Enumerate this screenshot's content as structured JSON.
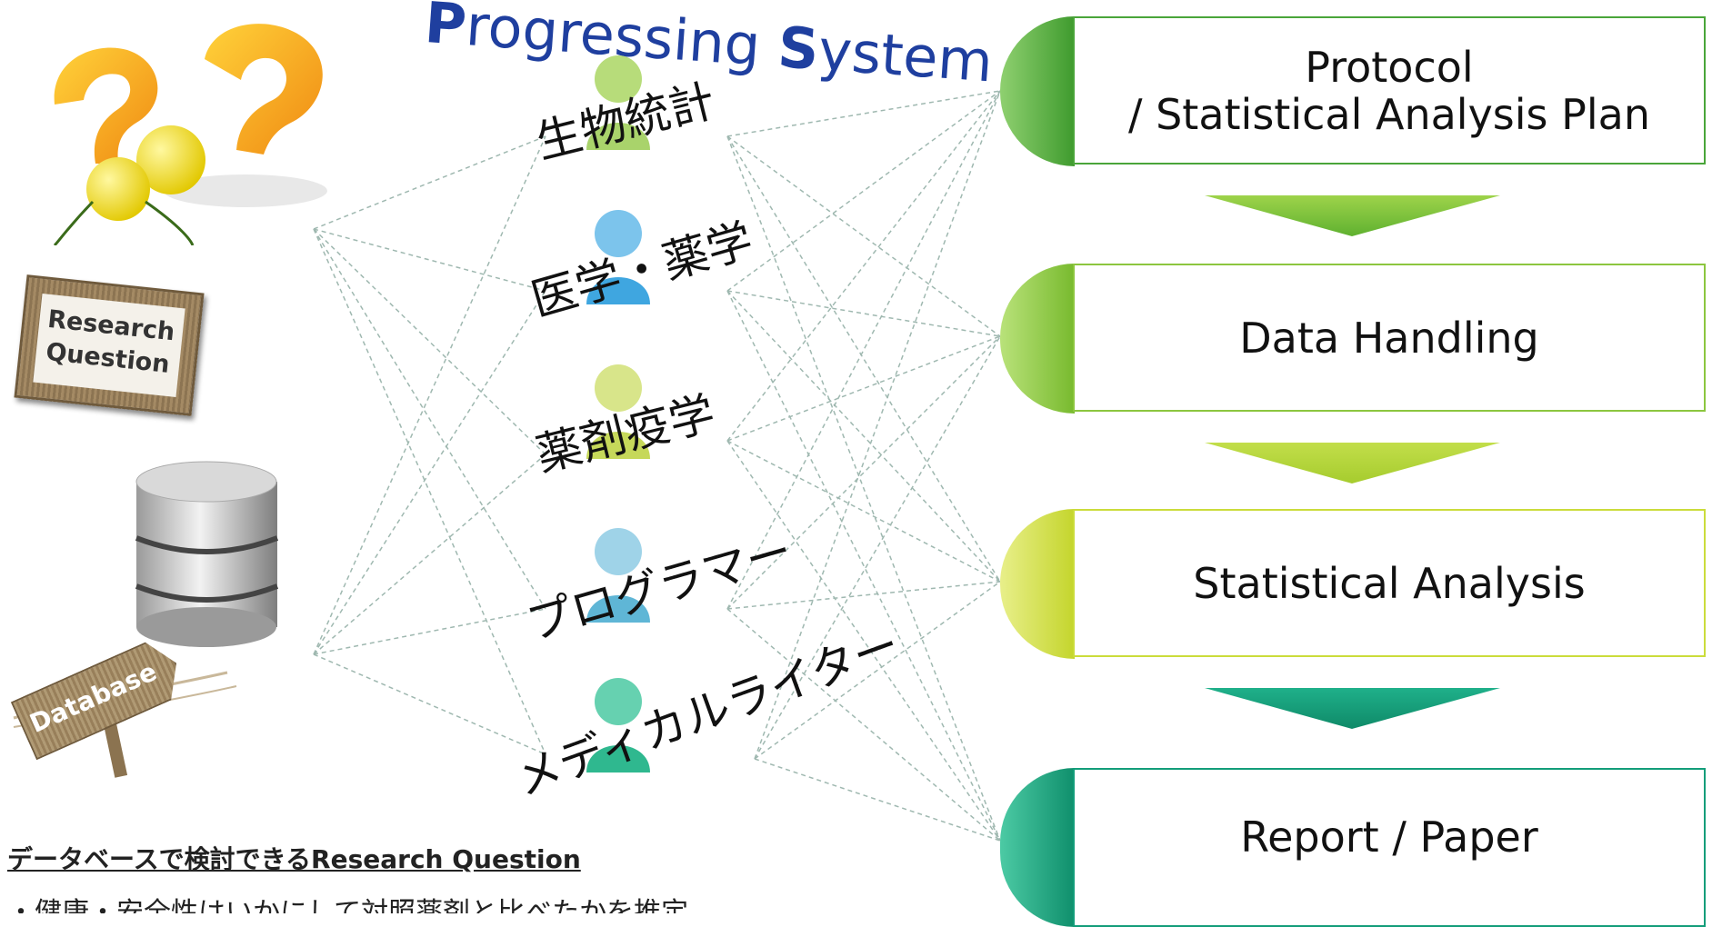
{
  "title": {
    "prefix": "P",
    "word1": "rogressing ",
    "initial2": "S",
    "word2": "ystem"
  },
  "sources": {
    "research_sign_line1": "Research",
    "research_sign_line2": "Question",
    "database_sign": "Database"
  },
  "roles": [
    {
      "label": "生物統計",
      "avatar_color": "#a9d36b"
    },
    {
      "label": "医学・薬学",
      "avatar_color": "#3fa6e0"
    },
    {
      "label": "薬剤疫学",
      "avatar_color": "#c6d85a"
    },
    {
      "label": "プログラマー",
      "avatar_color": "#5fb6d6"
    },
    {
      "label": "メディカルライター",
      "avatar_color": "#2fb88f"
    }
  ],
  "steps": [
    {
      "label": "Protocol\n/ Statistical Analysis Plan",
      "color": "#4aa53a"
    },
    {
      "label": "Data Handling",
      "color": "#8cc63f"
    },
    {
      "label": "Statistical Analysis",
      "color": "#cbdc3b"
    },
    {
      "label": "Report / Paper",
      "color": "#139d7a"
    }
  ],
  "footer": {
    "rq_title": "データベースで検討できるResearch Question",
    "rq_sub": "・健康・安全性はいかにして対照薬剤と比べたかを推定"
  }
}
